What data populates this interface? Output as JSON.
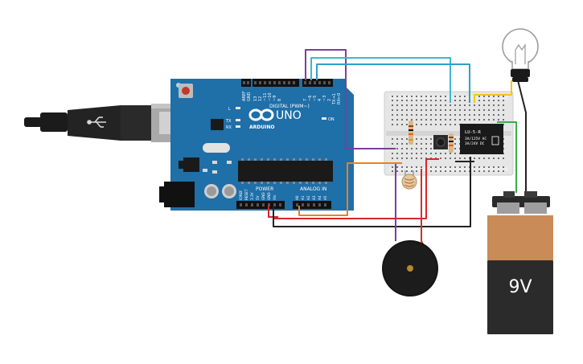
{
  "arduino": {
    "brand": "ARDUINO",
    "model": "UNO",
    "digital_header_label": "DIGITAL (PWM~)",
    "power_label": "POWER",
    "analog_label": "ANALOG IN",
    "on_label": "ON",
    "l_label": "L",
    "tx_label": "TX",
    "rx_label": "RX",
    "digital_pins": [
      "AREF",
      "GND",
      "13",
      "12",
      "~11",
      "~10",
      "~9",
      "8",
      "7",
      "~6",
      "~5",
      "4",
      "~3",
      "2",
      "TX→1",
      "RX←0"
    ],
    "power_pins": [
      "IOREF",
      "RESET",
      "3.3V",
      "5V",
      "GND",
      "GND",
      "Vin"
    ],
    "analog_pins": [
      "A0",
      "A1",
      "A2",
      "A3",
      "A4",
      "A5"
    ]
  },
  "relay": {
    "title": "LU-5-R",
    "line1": "3A/125V AC",
    "line2": "3A/24V DC"
  },
  "battery": {
    "label": "9V"
  },
  "colors": {
    "board": "#1f6fa8",
    "wire_purple": "#7b3f98",
    "wire_cyan": "#3fb8cc",
    "wire_blue": "#2f9fc9",
    "wire_orange": "#e8821e",
    "wire_red": "#d9262a",
    "wire_black": "#222222",
    "wire_green": "#3aae49",
    "wire_yellow": "#f2c618",
    "battery_top": "#c98b57",
    "battery_bottom": "#2b2b2b"
  }
}
